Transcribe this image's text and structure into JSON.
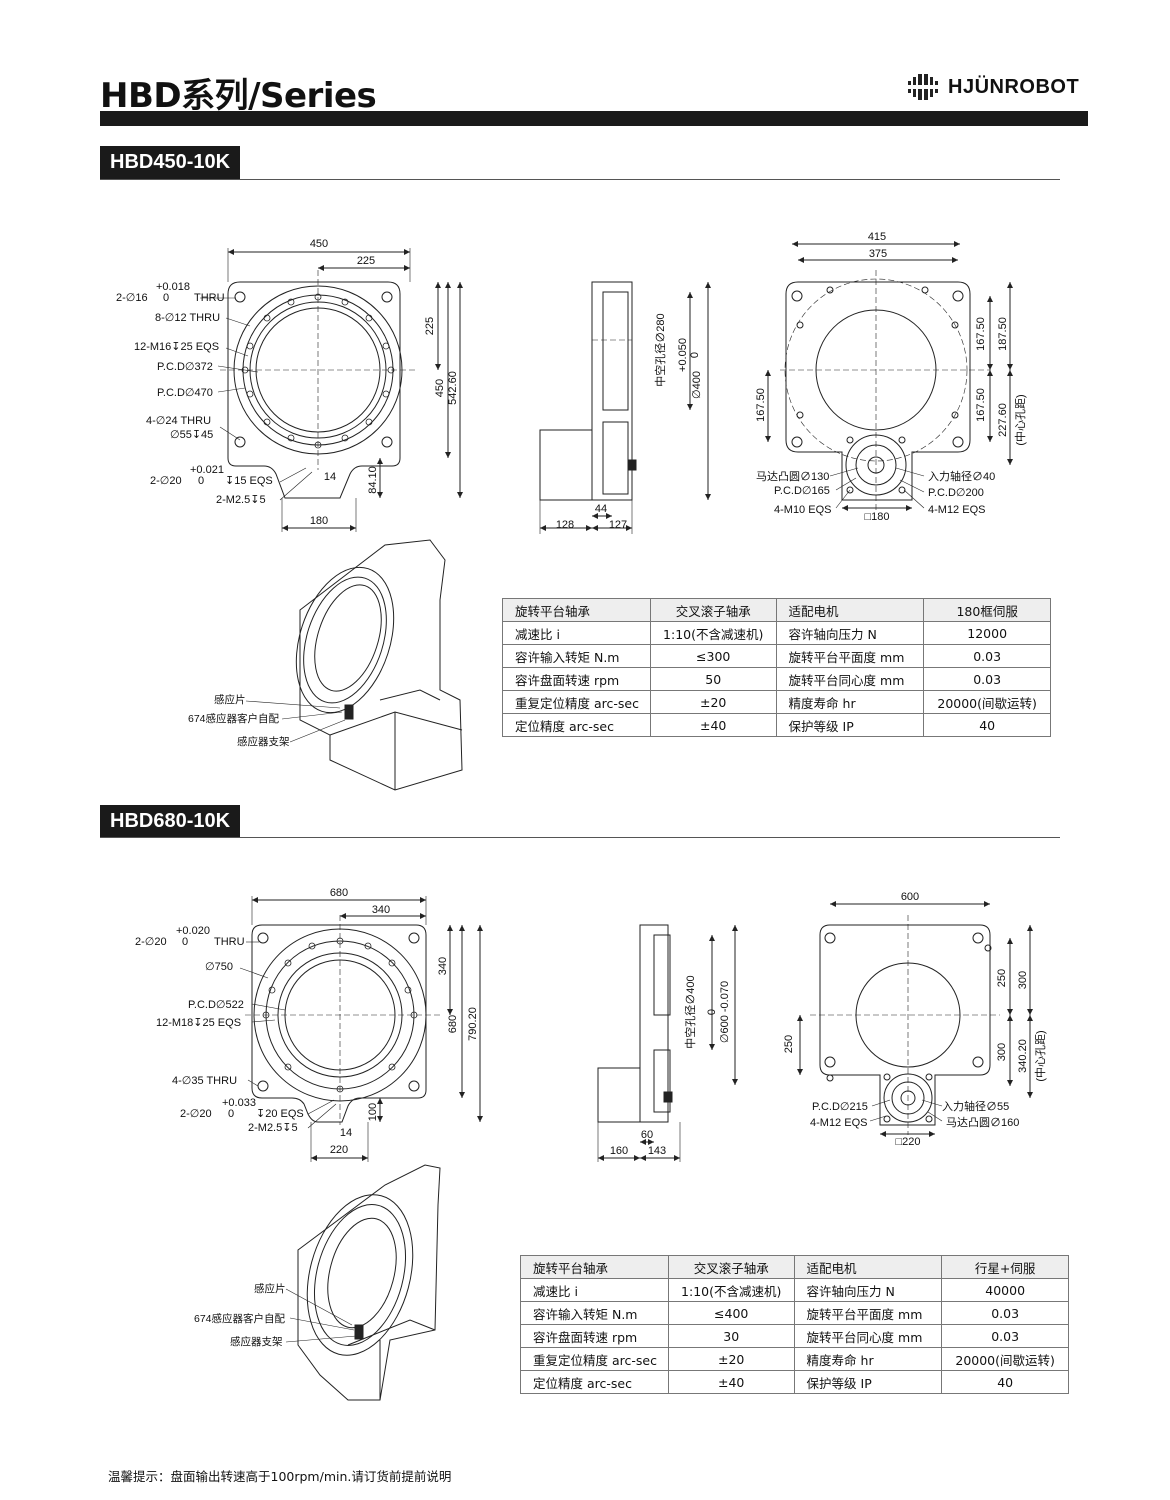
{
  "header": {
    "title": "HBD系列/Series",
    "brand": "HJÜNROBOT"
  },
  "sections": [
    {
      "model": "HBD450-10K",
      "front_view": {
        "dims": [
          "450",
          "225",
          "225",
          "450",
          "542.60",
          "84.10",
          "14",
          "180"
        ],
        "notes": [
          "2-∅16",
          "+0.018",
          "0",
          "THRU",
          "8-∅12 THRU",
          "12-M16↧25 EQS",
          "P.C.D∅372",
          "P.C.D∅470",
          "4-∅24 THRU",
          "∅55↧45",
          "+0.021",
          "2-∅20",
          "0",
          "↧15 EQS",
          "2-M2.5↧5"
        ]
      },
      "side_view": {
        "dims": [
          "中空孔径∅280",
          "+0.050",
          "0",
          "∅400",
          "44",
          "128",
          "127"
        ]
      },
      "rear_view": {
        "dims": [
          "415",
          "375",
          "167.50",
          "187.50",
          "167.50",
          "227.60",
          "167.50",
          "(中心孔距)"
        ],
        "notes": [
          "马达凸圆∅130",
          "P.C.D∅165",
          "4-M10 EQS",
          "□180",
          "入力轴径∅40",
          "P.C.D∅200",
          "4-M12 EQS"
        ]
      },
      "iso_labels": [
        "感应片",
        "674感应器客户自配",
        "感应器支架"
      ],
      "spec_rows": [
        [
          "旋转平台轴承",
          "交叉滚子轴承",
          "适配电机",
          "180框伺服"
        ],
        [
          "减速比 i",
          "1:10(不含减速机)",
          "容许轴向压力 N",
          "12000"
        ],
        [
          "容许输入转矩 N.m",
          "≤300",
          "旋转平台平面度 mm",
          "0.03"
        ],
        [
          "容许盘面转速 rpm",
          "50",
          "旋转平台同心度 mm",
          "0.03"
        ],
        [
          "重复定位精度 arc-sec",
          "±20",
          "精度寿命 hr",
          "20000(间歇运转)"
        ],
        [
          "定位精度 arc-sec",
          "±40",
          "保护等级 IP",
          "40"
        ]
      ]
    },
    {
      "model": "HBD680-10K",
      "front_view": {
        "dims": [
          "680",
          "340",
          "340",
          "680",
          "790.20",
          "100",
          "14",
          "220"
        ],
        "notes": [
          "2-∅20",
          "+0.020",
          "0",
          "THRU",
          "∅750",
          "P.C.D∅522",
          "12-M18↧25 EQS",
          "4-∅35 THRU",
          "+0.033",
          "2-∅20",
          "0",
          "↧20 EQS",
          "2-M2.5↧5"
        ]
      },
      "side_view": {
        "dims": [
          "中空孔径∅400",
          "0",
          "∅600 -0.070",
          "60",
          "160",
          "143"
        ]
      },
      "rear_view": {
        "dims": [
          "600",
          "250",
          "300",
          "250",
          "300",
          "340.20",
          "(中心孔距)"
        ],
        "notes": [
          "P.C.D∅215",
          "4-M12 EQS",
          "□220",
          "入力轴径∅55",
          "马达凸圆∅160"
        ]
      },
      "iso_labels": [
        "感应片",
        "674感应器客户自配",
        "感应器支架"
      ],
      "spec_rows": [
        [
          "旋转平台轴承",
          "交叉滚子轴承",
          "适配电机",
          "行星+伺服"
        ],
        [
          "减速比 i",
          "1:10(不含减速机)",
          "容许轴向压力 N",
          "40000"
        ],
        [
          "容许输入转矩 N.m",
          "≤400",
          "旋转平台平面度 mm",
          "0.03"
        ],
        [
          "容许盘面转速 rpm",
          "30",
          "旋转平台同心度 mm",
          "0.03"
        ],
        [
          "重复定位精度 arc-sec",
          "±20",
          "精度寿命 hr",
          "20000(间歇运转)"
        ],
        [
          "定位精度 arc-sec",
          "±40",
          "保护等级 IP",
          "40"
        ]
      ]
    }
  ],
  "footnote": "温馨提示：盘面输出转速高于100rpm/min.请订货前提前说明"
}
